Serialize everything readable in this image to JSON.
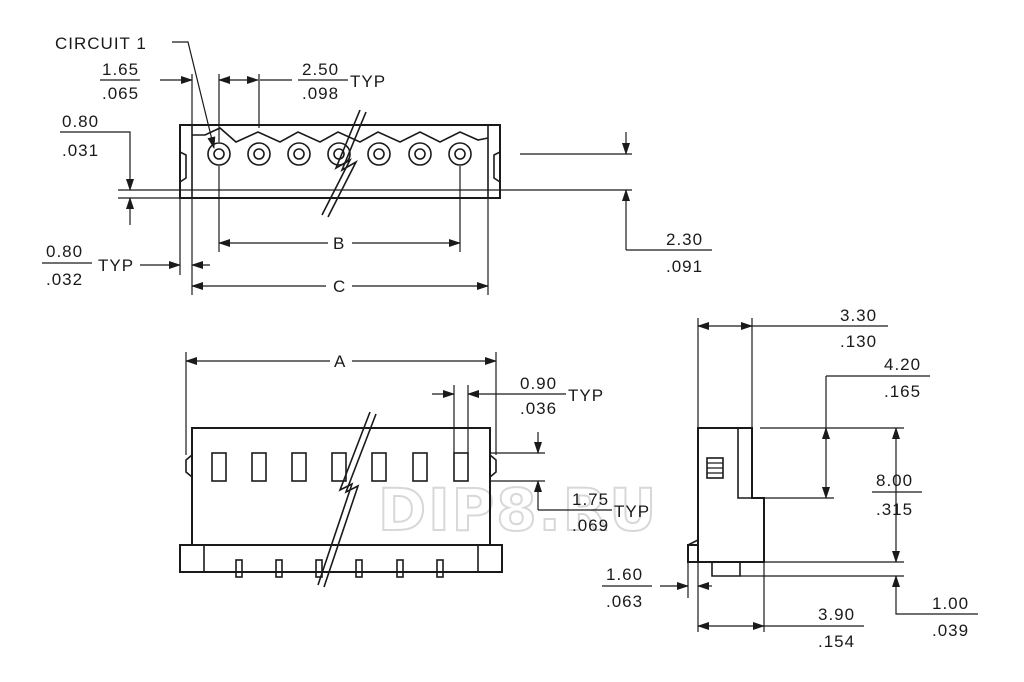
{
  "watermark": "DIP8.RU",
  "colors": {
    "ink": "#1a1a1a",
    "background": "#ffffff",
    "watermark": "#d8d8d8"
  },
  "labels": {
    "circuit": "CIRCUIT 1",
    "typ": "TYP",
    "a": "A",
    "b": "B",
    "c": "C"
  },
  "dimensions": {
    "d165": {
      "mm": "1.65",
      "inch": ".065"
    },
    "d250": {
      "mm": "2.50",
      "inch": ".098"
    },
    "d080a": {
      "mm": "0.80",
      "inch": ".031"
    },
    "d080b": {
      "mm": "0.80",
      "inch": ".032"
    },
    "d230": {
      "mm": "2.30",
      "inch": ".091"
    },
    "d090": {
      "mm": "0.90",
      "inch": ".036"
    },
    "d175": {
      "mm": "1.75",
      "inch": ".069"
    },
    "d330": {
      "mm": "3.30",
      "inch": ".130"
    },
    "d420": {
      "mm": "4.20",
      "inch": ".165"
    },
    "d800": {
      "mm": "8.00",
      "inch": ".315"
    },
    "d160": {
      "mm": "1.60",
      "inch": ".063"
    },
    "d390": {
      "mm": "3.90",
      "inch": ".154"
    },
    "d100": {
      "mm": "1.00",
      "inch": ".039"
    }
  }
}
